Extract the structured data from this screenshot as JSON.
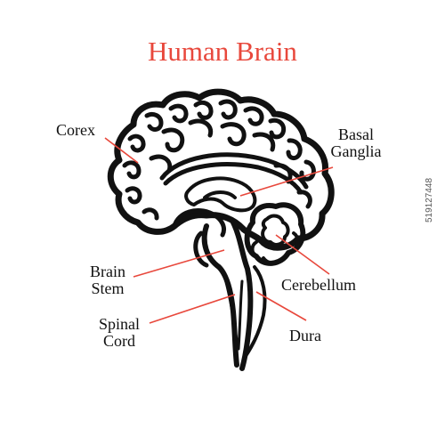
{
  "diagram": {
    "title": "Human Brain",
    "labels": {
      "cortex": "Corex",
      "basal_ganglia": [
        "Basal",
        "Ganglia"
      ],
      "brain_stem": [
        "Brain",
        "Stem"
      ],
      "cerebellum": "Cerebellum",
      "spinal_cord": [
        "Spinal",
        "Cord"
      ],
      "dura": "Dura"
    }
  },
  "stock_id": "519127448",
  "colors": {
    "title": "#e8483c",
    "leader_lines": "#e8483c",
    "ink": "#111111",
    "background": "#ffffff"
  }
}
